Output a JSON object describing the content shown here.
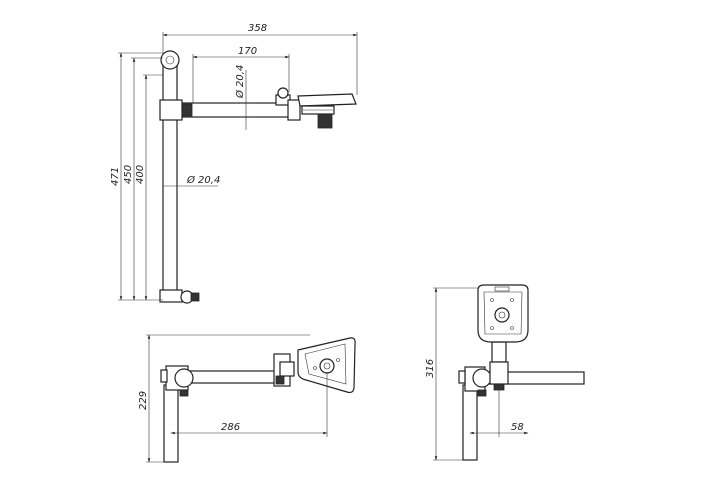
{
  "dimensions": {
    "top_width": "358",
    "arm_reach": "170",
    "arm_diameter": "Ø 20,4",
    "pole_diameter": "Ø 20,4",
    "height_471": "471",
    "height_450": "450",
    "height_400": "400",
    "front_height": "229",
    "front_reach": "286",
    "side_height": "316",
    "side_offset": "58"
  }
}
